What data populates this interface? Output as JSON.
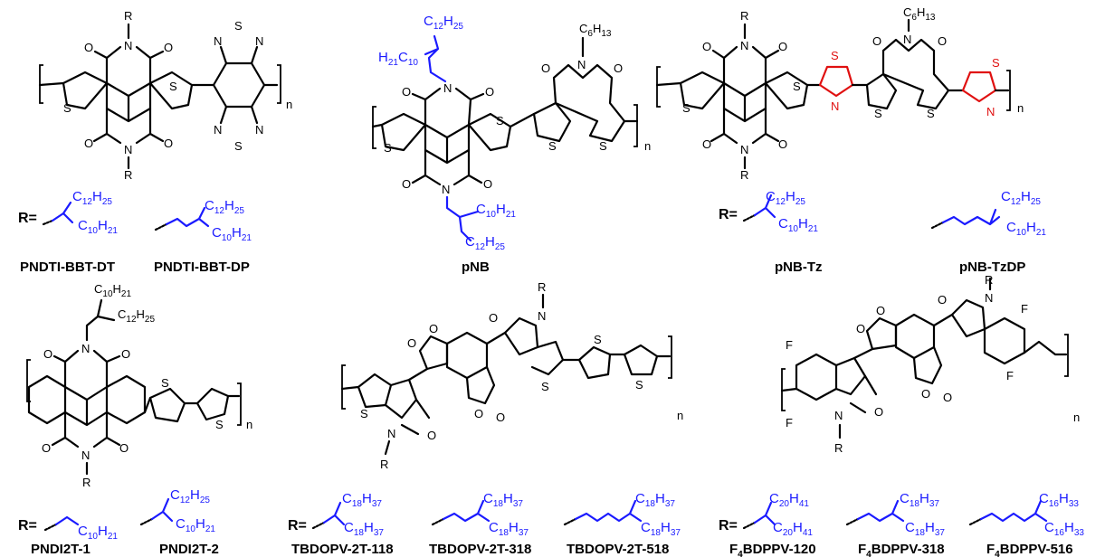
{
  "r_prefix": "R=",
  "n": "n",
  "atoms": {
    "R": "R",
    "O": "O",
    "N": "N",
    "S": "S",
    "F": "F"
  },
  "labels": {
    "pndti_dt": "PNDTI-BBT-DT",
    "pndti_dp": "PNDTI-BBT-DP",
    "pnb": "pNB",
    "pnb_tz": "pNB-Tz",
    "pnb_tzdp": "pNB-TzDP",
    "pndi2t_1": "PNDI2T-1",
    "pndi2t_2": "PNDI2T-2",
    "tbd_118": "TBDOPV-2T-118",
    "tbd_318": "TBDOPV-2T-318",
    "tbd_518": "TBDOPV-2T-518",
    "f4_120_pre": "F",
    "f4_120_sub": "4",
    "f4_120_post": "BDPPV-120",
    "f4_318_post": "BDPPV-318",
    "f4_516_post": "BDPPV-516"
  },
  "groups": {
    "c12": {
      "c": "C",
      "n1": "12",
      "h": "H",
      "n2": "25"
    },
    "c10": {
      "c": "C",
      "n1": "10",
      "h": "H",
      "n2": "21"
    },
    "h21c10": {
      "h": "H",
      "n1": "21",
      "c": "C",
      "n2": "10"
    },
    "c6": {
      "c": "C",
      "n1": "6",
      "h": "H",
      "n2": "13"
    },
    "c18": {
      "c": "C",
      "n1": "18",
      "h": "H",
      "n2": "37"
    },
    "c20": {
      "c": "C",
      "n1": "20",
      "h": "H",
      "n2": "41"
    },
    "c16": {
      "c": "C",
      "n1": "16",
      "h": "H",
      "n2": "33"
    }
  },
  "colors": {
    "chain": "#1a1aff",
    "thiazole": "#e01010",
    "bond": "#000000"
  }
}
